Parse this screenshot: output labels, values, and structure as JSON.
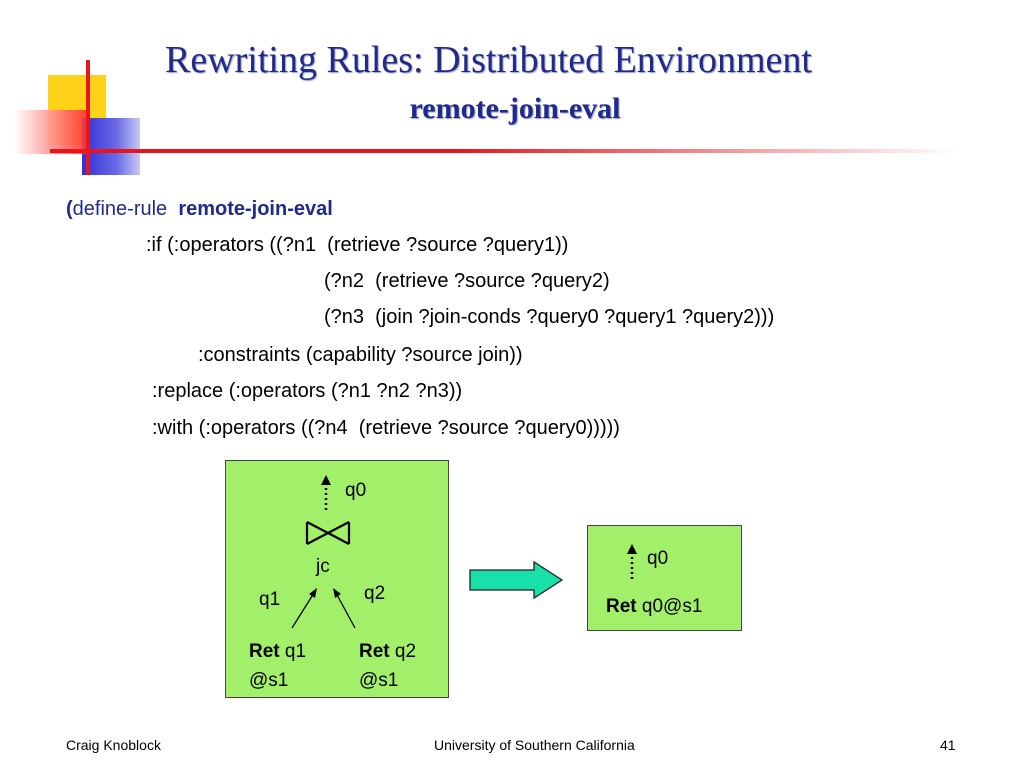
{
  "slide": {
    "title": "Rewriting Rules: Distributed Environment",
    "subtitle": "remote-join-eval"
  },
  "rule": {
    "open_paren": "(",
    "keyword": "define-rule",
    "name": "remote-join-eval",
    "lines": [
      ":if (:operators ((?n1  (retrieve ?source ?query1))",
      "(?n2  (retrieve ?source ?query2)",
      "(?n3  (join ?join-conds ?query0 ?query1 ?query2)))",
      ":constraints (capability ?source join))",
      ":replace (:operators (?n1 ?n2 ?n3))",
      ":with (:operators ((?n4  (retrieve ?source ?query0)))))"
    ]
  },
  "diagram": {
    "left": {
      "output_label": "q0",
      "join_condition": "jc",
      "input_left_label": "q1",
      "input_right_label": "q2",
      "ret_left_bold": "Ret",
      "ret_left_rest": " q1",
      "ret_left_loc": "@s1",
      "ret_right_bold": "Ret",
      "ret_right_rest": " q2",
      "ret_right_loc": "@s1"
    },
    "right": {
      "output_label": "q0",
      "ret_bold": "Ret",
      "ret_rest": " q0@s1"
    },
    "colors": {
      "box_fill": "#a2f06a",
      "arrow_fill": "#18e0a8"
    }
  },
  "footer": {
    "author": "Craig Knoblock",
    "institution": "University of Southern California",
    "page_number": "41"
  },
  "colors": {
    "title": "#1f2a8a",
    "accent_red": "#e8161c",
    "accent_yellow": "#ffd21a",
    "accent_blue": "#3030d8"
  }
}
